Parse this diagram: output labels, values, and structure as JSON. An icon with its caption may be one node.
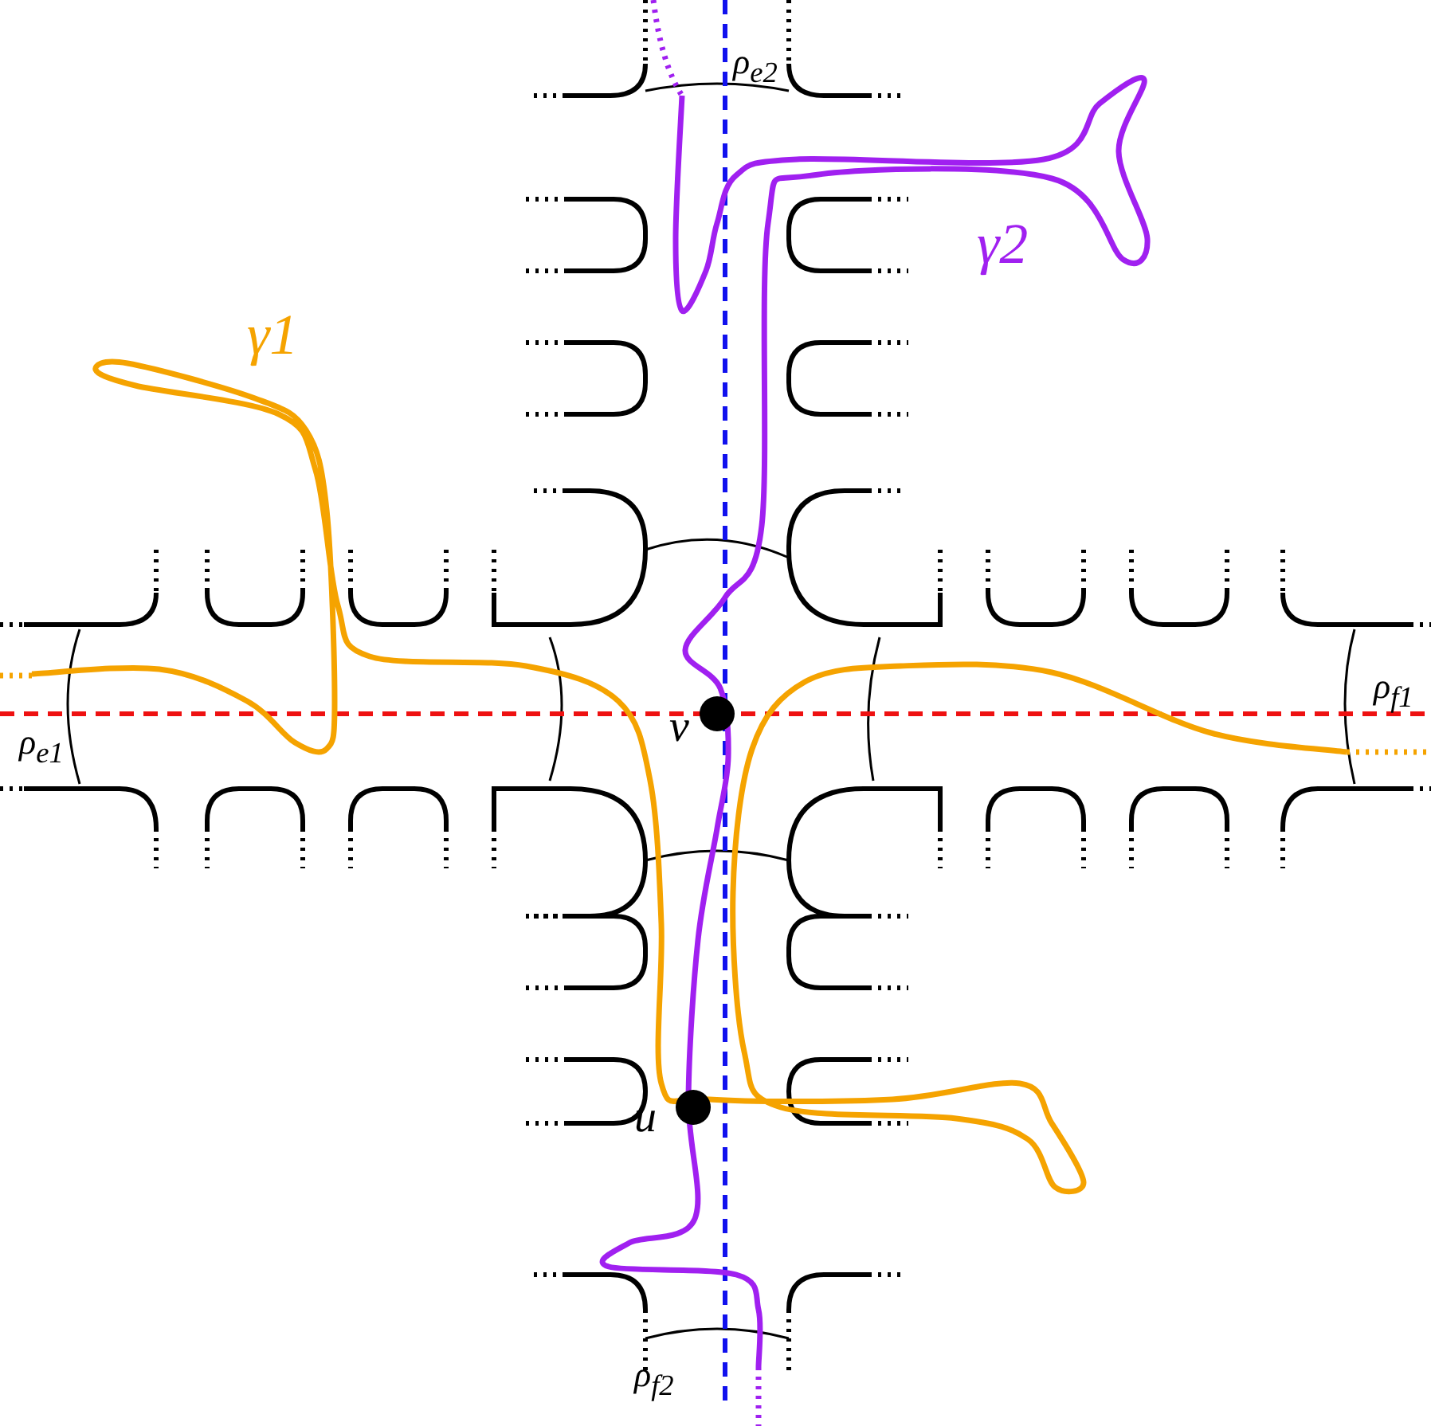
{
  "diagram": {
    "labels": [
      "γ1",
      "γ2",
      "v",
      "u",
      "ρ$_{e1}$",
      "ρ$_{e2}$",
      "ρ$_{f1}$",
      "ρ$_{f2}$"
    ]
  }
}
